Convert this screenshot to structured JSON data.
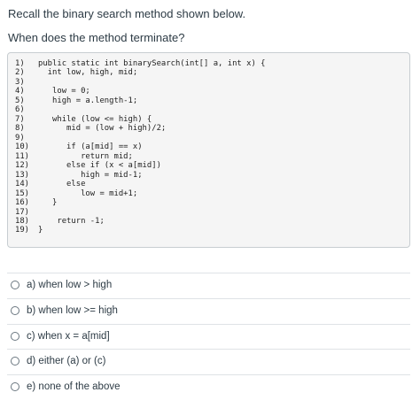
{
  "question": {
    "line1": "Recall the binary search method shown below.",
    "line2": "When does the method terminate?"
  },
  "code": {
    "lines": [
      {
        "n": "1)",
        "t": "public static int binarySearch(int[] a, int x) {"
      },
      {
        "n": "2)",
        "t": "  int low, high, mid;"
      },
      {
        "n": "3)",
        "t": ""
      },
      {
        "n": "4)",
        "t": "   low = 0;"
      },
      {
        "n": "5)",
        "t": "   high = a.length-1;"
      },
      {
        "n": "6)",
        "t": ""
      },
      {
        "n": "7)",
        "t": "   while (low <= high) {"
      },
      {
        "n": "8)",
        "t": "      mid = (low + high)/2;"
      },
      {
        "n": "9)",
        "t": ""
      },
      {
        "n": "10)",
        "t": "      if (a[mid] == x)"
      },
      {
        "n": "11)",
        "t": "         return mid;"
      },
      {
        "n": "12)",
        "t": "      else if (x < a[mid])"
      },
      {
        "n": "13)",
        "t": "         high = mid-1;"
      },
      {
        "n": "14)",
        "t": "      else"
      },
      {
        "n": "15)",
        "t": "         low = mid+1;"
      },
      {
        "n": "16)",
        "t": "   }"
      },
      {
        "n": "17)",
        "t": ""
      },
      {
        "n": "18)",
        "t": "    return -1;"
      },
      {
        "n": "19)",
        "t": "}"
      }
    ]
  },
  "options": [
    {
      "label": "a) when low > high"
    },
    {
      "label": "b) when low >= high"
    },
    {
      "label": "c) when x = a[mid]"
    },
    {
      "label": "d) either (a) or (c)"
    },
    {
      "label": "e) none of the above"
    }
  ]
}
